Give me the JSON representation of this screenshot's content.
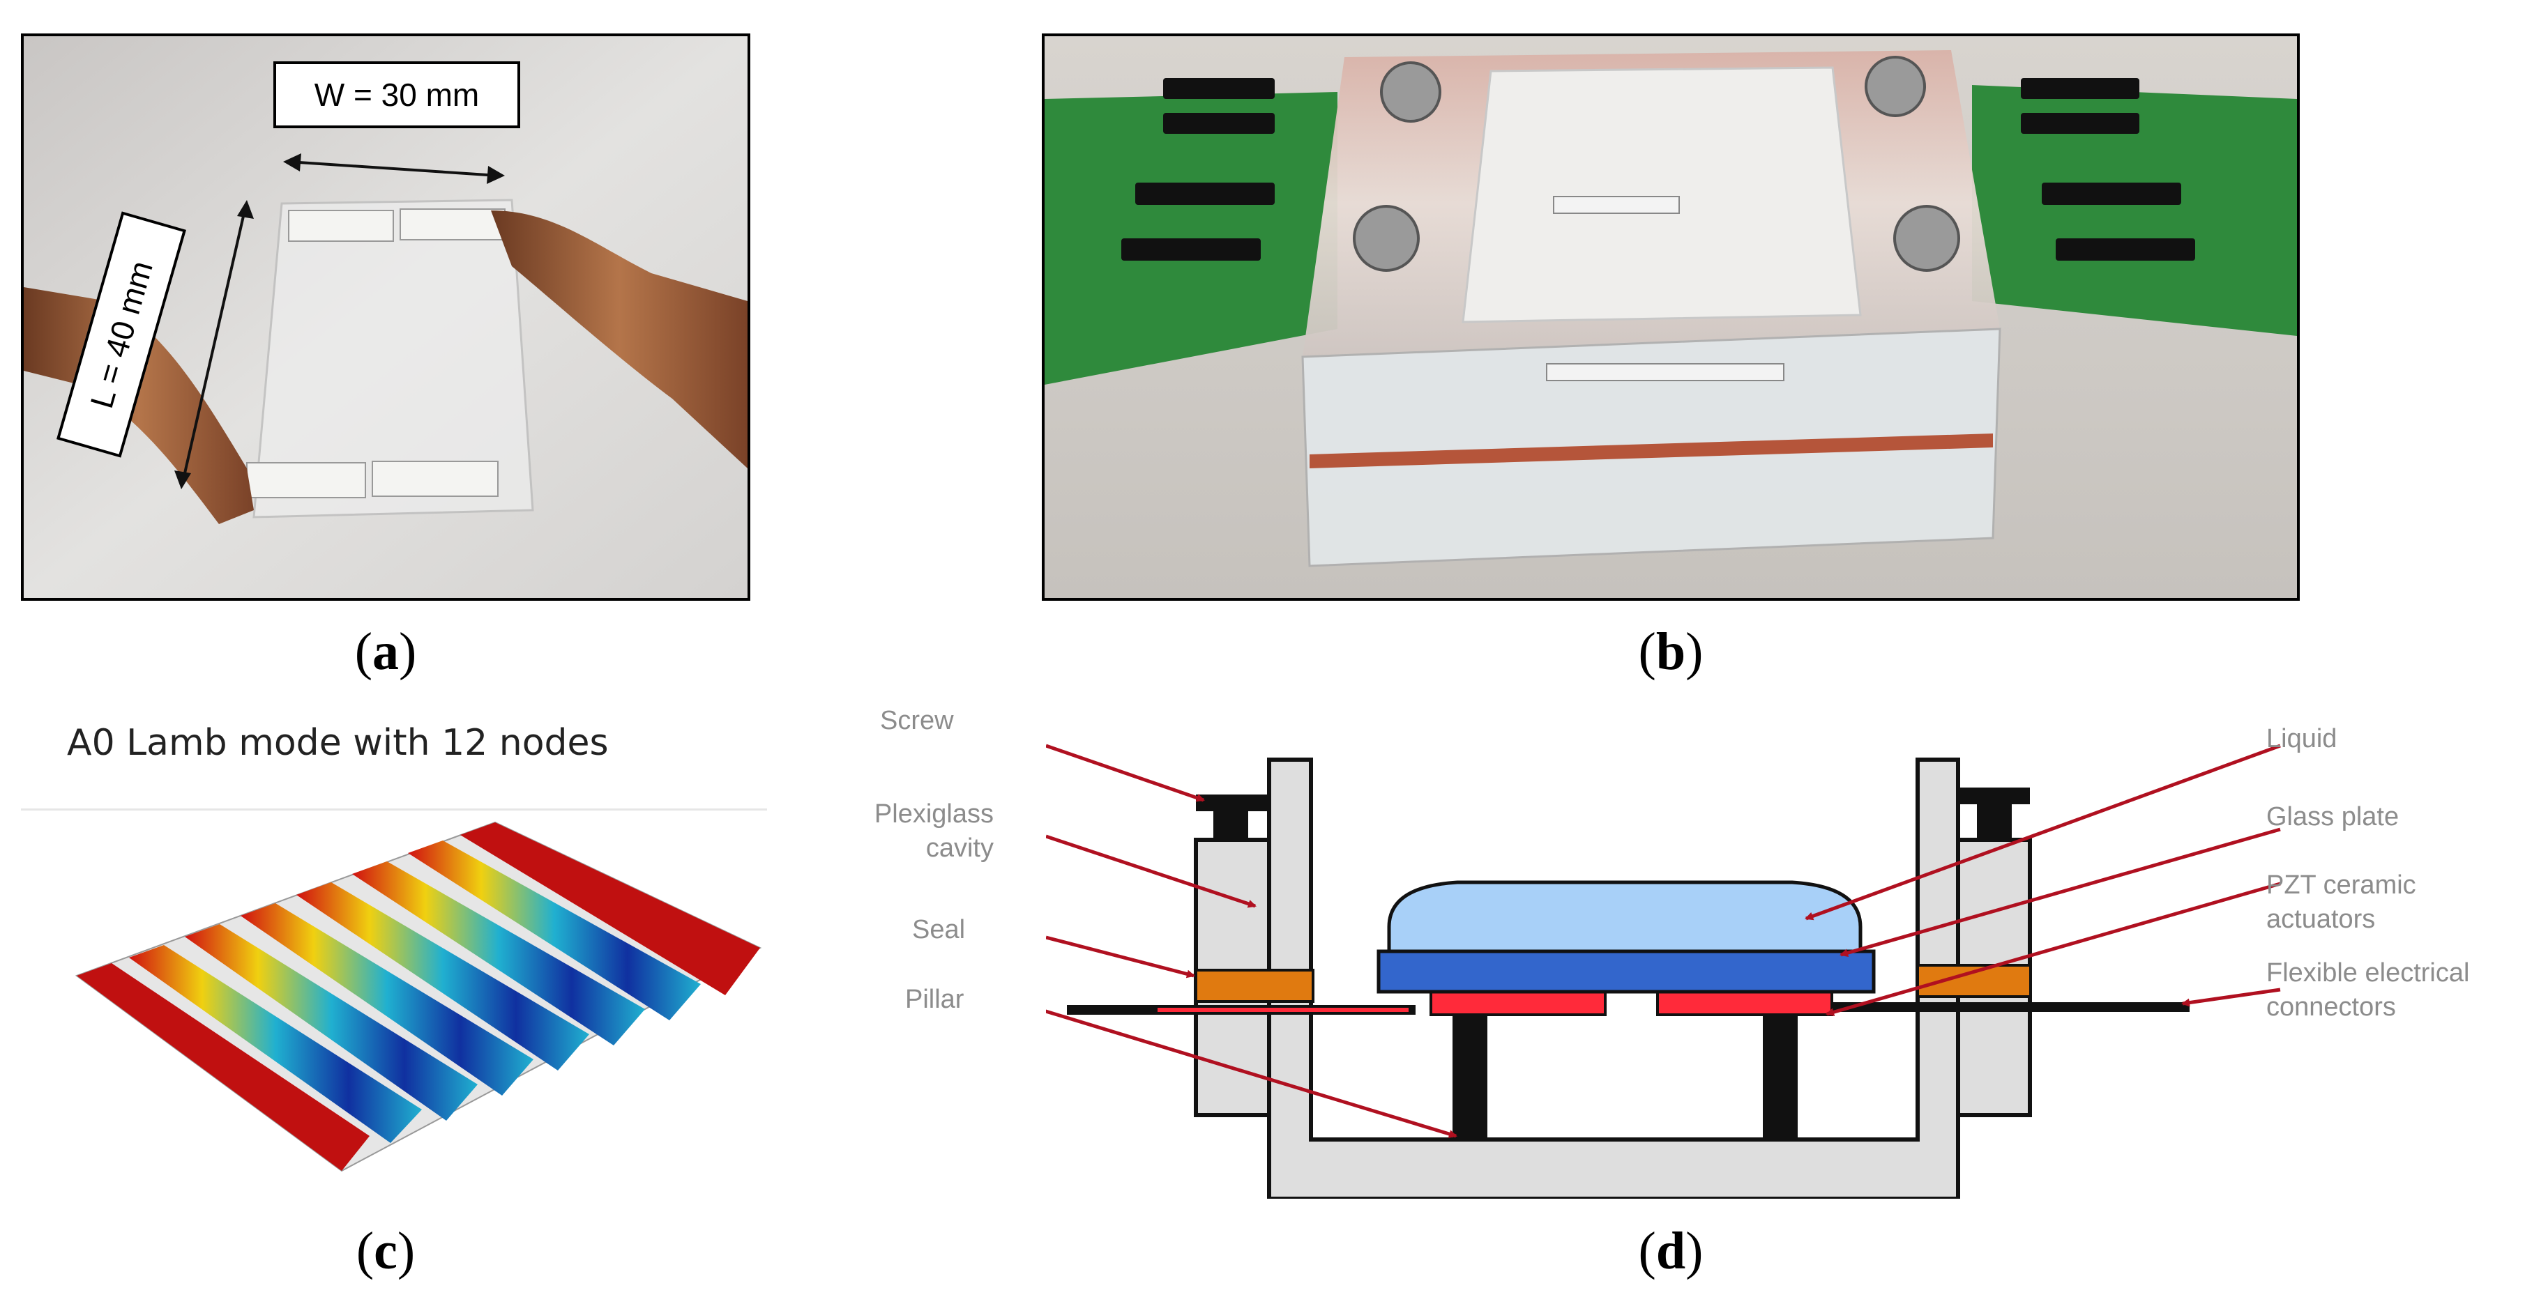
{
  "panel_a": {
    "width_label": "W = 30 mm",
    "length_label": "L = 40 mm",
    "caption_open": "(",
    "caption_letter": "a",
    "caption_close": ")"
  },
  "panel_b": {
    "caption_open": "(",
    "caption_letter": "b",
    "caption_close": ")"
  },
  "panel_c": {
    "title": "A0 Lamb mode with 12 nodes",
    "caption_open": "(",
    "caption_letter": "c",
    "caption_close": ")"
  },
  "panel_d": {
    "labels": {
      "screw": "Screw",
      "plexiglass": "Plexiglass\ncavity",
      "seal": "Seal",
      "pillar": "Pillar",
      "liquid": "Liquid",
      "glass_plate": "Glass plate",
      "pzt": "PZT ceramic\nactuators",
      "flex": "Flexible electrical\nconnectors"
    },
    "caption_open": "(",
    "caption_letter": "d",
    "caption_close": ")"
  },
  "colors": {
    "arrow": "#b01020",
    "liquid": "#a8d0f8",
    "glass": "#3366cc",
    "pzt": "#ff2a3a",
    "seal": "#e07a10",
    "frame": "#dedede",
    "wave_hot": "#d01010",
    "wave_cold": "#1030a0"
  }
}
